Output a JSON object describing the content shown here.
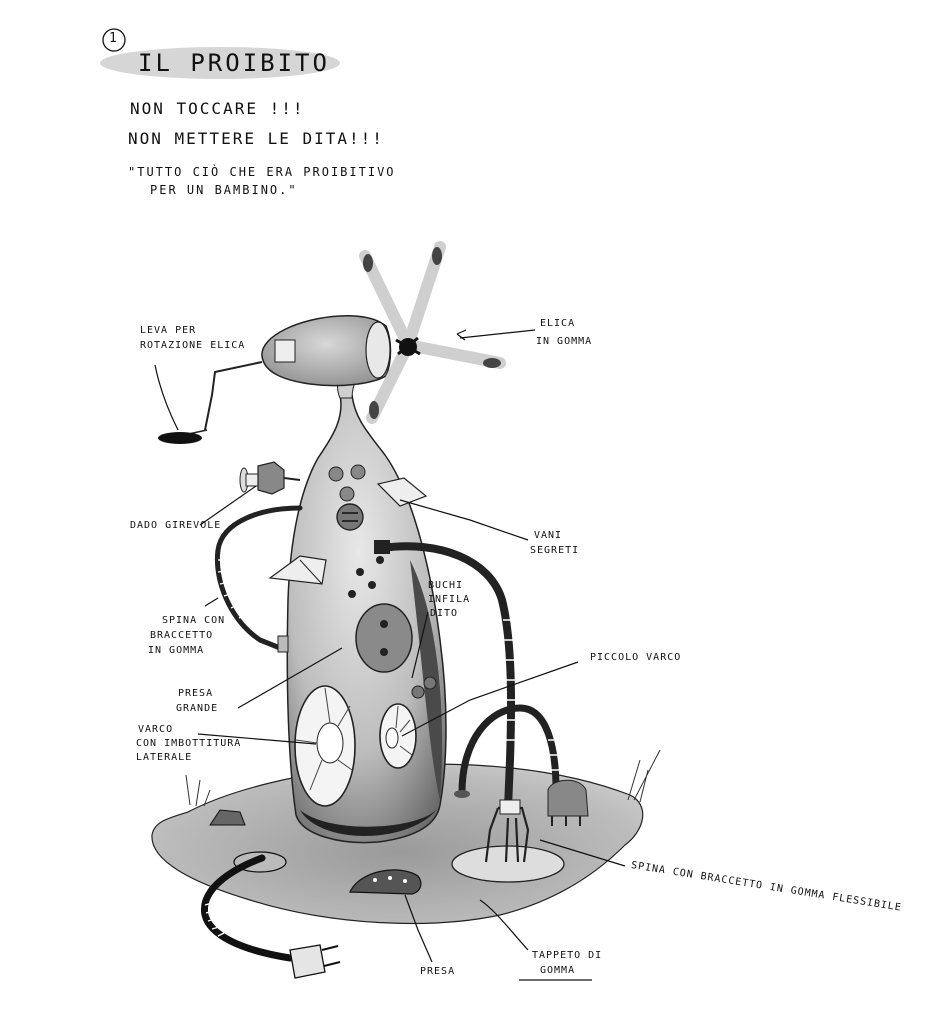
{
  "header": {
    "number": "1",
    "title": "IL PROIBITO",
    "line1": "NON TOCCARE !!!",
    "line2": "NON METTERE LE DITA!!!",
    "quote1": "\"TUTTO CIÒ CHE ERA PROIBITIVO",
    "quote2": "PER UN BAMBINO.\""
  },
  "labels": {
    "leva1": "LEVA PER",
    "leva2": "ROTAZIONE ELICA",
    "elica1": "ELICA",
    "elica2": "IN GOMMA",
    "dado": "DADO GIREVOLE",
    "vani1": "VANI",
    "vani2": "SEGRETI",
    "spina1": "SPINA CON",
    "spina2": "BRACCETTO",
    "spina3": "IN GOMMA",
    "buchi1": "BUCHI",
    "buchi2": "INFILA",
    "buchi3": "DITO",
    "piccolo": "PICCOLO VARCO",
    "presa_grande1": "PRESA",
    "presa_grande2": "GRANDE",
    "varco1": "VARCO",
    "varco2": "CON IMBOTTITURA",
    "varco3": "LATERALE",
    "spina_flex": "SPINA CON BRACCETTO IN GOMMA FLESSIBILE",
    "presa": "PRESA",
    "tappeto1": "TAPPETO DI",
    "tappeto2": "GOMMA"
  },
  "colors": {
    "ink": "#111111",
    "wash_light": "#d9d9d9",
    "wash_mid": "#a8a8a8",
    "wash_dark": "#3a3a3a"
  }
}
